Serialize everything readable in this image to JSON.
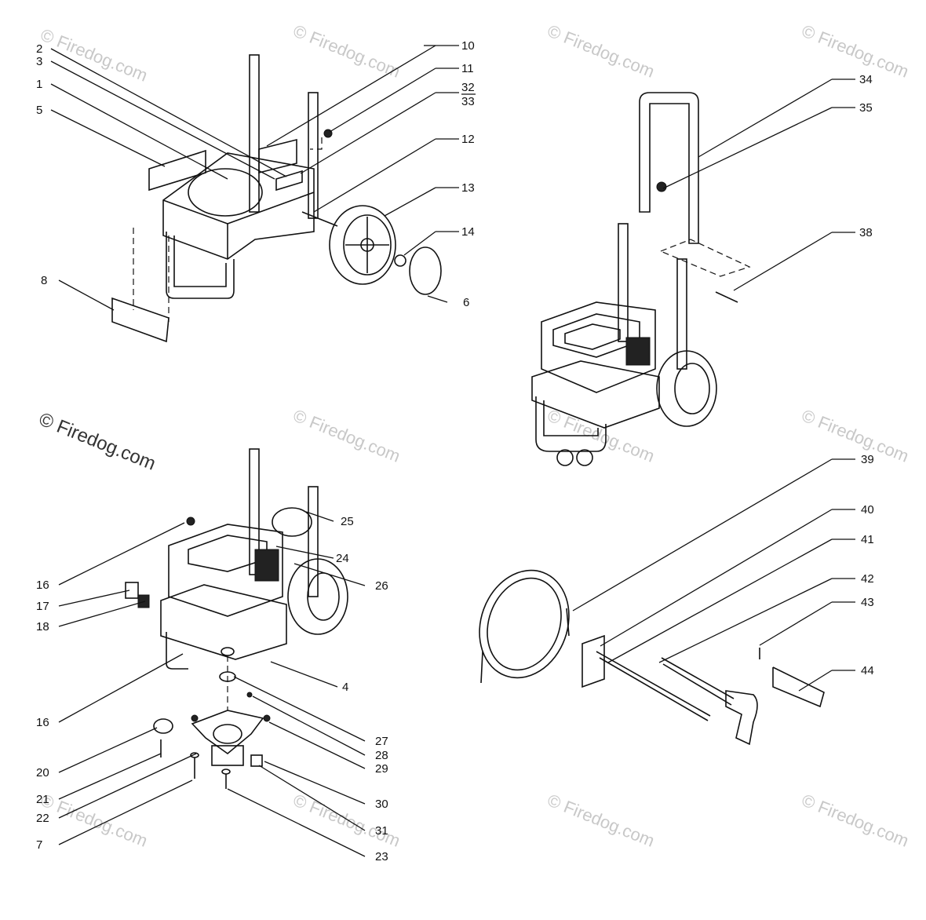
{
  "watermark": {
    "brand": "© Firedog.com"
  },
  "callouts": [
    {
      "id": "2"
    },
    {
      "id": "3"
    },
    {
      "id": "1"
    },
    {
      "id": "5"
    },
    {
      "id": "8"
    },
    {
      "id": "10"
    },
    {
      "id": "11"
    },
    {
      "id": "32"
    },
    {
      "id": "33"
    },
    {
      "id": "12"
    },
    {
      "id": "13"
    },
    {
      "id": "14"
    },
    {
      "id": "6"
    },
    {
      "id": "34"
    },
    {
      "id": "35"
    },
    {
      "id": "38"
    },
    {
      "id": "25"
    },
    {
      "id": "24"
    },
    {
      "id": "26"
    },
    {
      "id": "16"
    },
    {
      "id": "17"
    },
    {
      "id": "18"
    },
    {
      "id": "4"
    },
    {
      "id": "16b",
      "text": "16"
    },
    {
      "id": "27"
    },
    {
      "id": "28"
    },
    {
      "id": "29"
    },
    {
      "id": "20"
    },
    {
      "id": "30"
    },
    {
      "id": "21"
    },
    {
      "id": "22"
    },
    {
      "id": "31"
    },
    {
      "id": "7"
    },
    {
      "id": "23"
    },
    {
      "id": "39"
    },
    {
      "id": "40"
    },
    {
      "id": "41"
    },
    {
      "id": "42"
    },
    {
      "id": "43"
    },
    {
      "id": "44"
    }
  ]
}
